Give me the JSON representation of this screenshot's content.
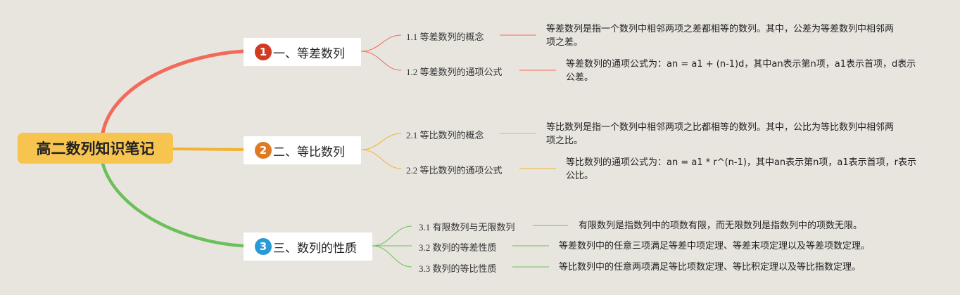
{
  "root": {
    "title": "高二数列知识笔记"
  },
  "colors": {
    "red": "#f26a5a",
    "orange": "#f2b233",
    "green": "#6cbf5a"
  },
  "branches": [
    {
      "num": "1",
      "title": "一、等差数列",
      "badge_color": "#d33a22",
      "children": [
        {
          "label": "1.1 等差数列的概念",
          "desc": "等差数列是指一个数列中相邻两项之差都相等的数列。其中，公差为等差数列中相邻两项之差。"
        },
        {
          "label": "1.2 等差数列的通项公式",
          "desc": "等差数列的通项公式为：an = a1 + (n-1)d，其中an表示第n项，a1表示首项，d表示公差。"
        }
      ]
    },
    {
      "num": "2",
      "title": "二、等比数列",
      "badge_color": "#e07a22",
      "children": [
        {
          "label": "2.1 等比数列的概念",
          "desc": "等比数列是指一个数列中相邻两项之比都相等的数列。其中，公比为等比数列中相邻两项之比。"
        },
        {
          "label": "2.2 等比数列的通项公式",
          "desc": "等比数列的通项公式为：an = a1 * r^(n-1)，其中an表示第n项，a1表示首项，r表示公比。"
        }
      ]
    },
    {
      "num": "3",
      "title": "三、数列的性质",
      "badge_color": "#2a9ad6",
      "children": [
        {
          "label": "3.1 有限数列与无限数列",
          "desc": "有限数列是指数列中的项数有限，而无限数列是指数列中的项数无限。"
        },
        {
          "label": "3.2 数列的等差性质",
          "desc": "等差数列中的任意三项满足等差中项定理、等差末项定理以及等差项数定理。"
        },
        {
          "label": "3.3 数列的等比性质",
          "desc": "等比数列中的任意两项满足等比项数定理、等比积定理以及等比指数定理。"
        }
      ]
    }
  ]
}
